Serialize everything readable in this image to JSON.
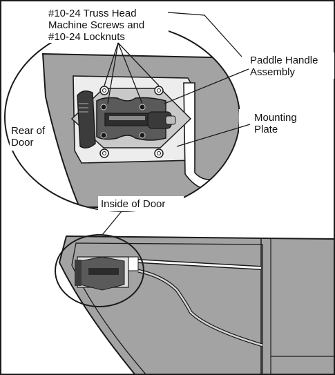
{
  "labels": {
    "fasteners_line1": "#10-24 Truss Head",
    "fasteners_line2": "Machine Screws and",
    "fasteners_line3": "#10-24 Locknuts",
    "paddle_line1": "Paddle Handle",
    "paddle_line2": "Assembly",
    "plate_line1": "Mounting",
    "plate_line2": "Plate",
    "rear_line1": "Rear of",
    "rear_line2": "Door",
    "inside": "Inside of Door"
  },
  "colors": {
    "door_panel": "#a3a3a3",
    "door_light": "#c4c4c4",
    "outline": "#1a1a1a",
    "background": "#ffffff"
  }
}
